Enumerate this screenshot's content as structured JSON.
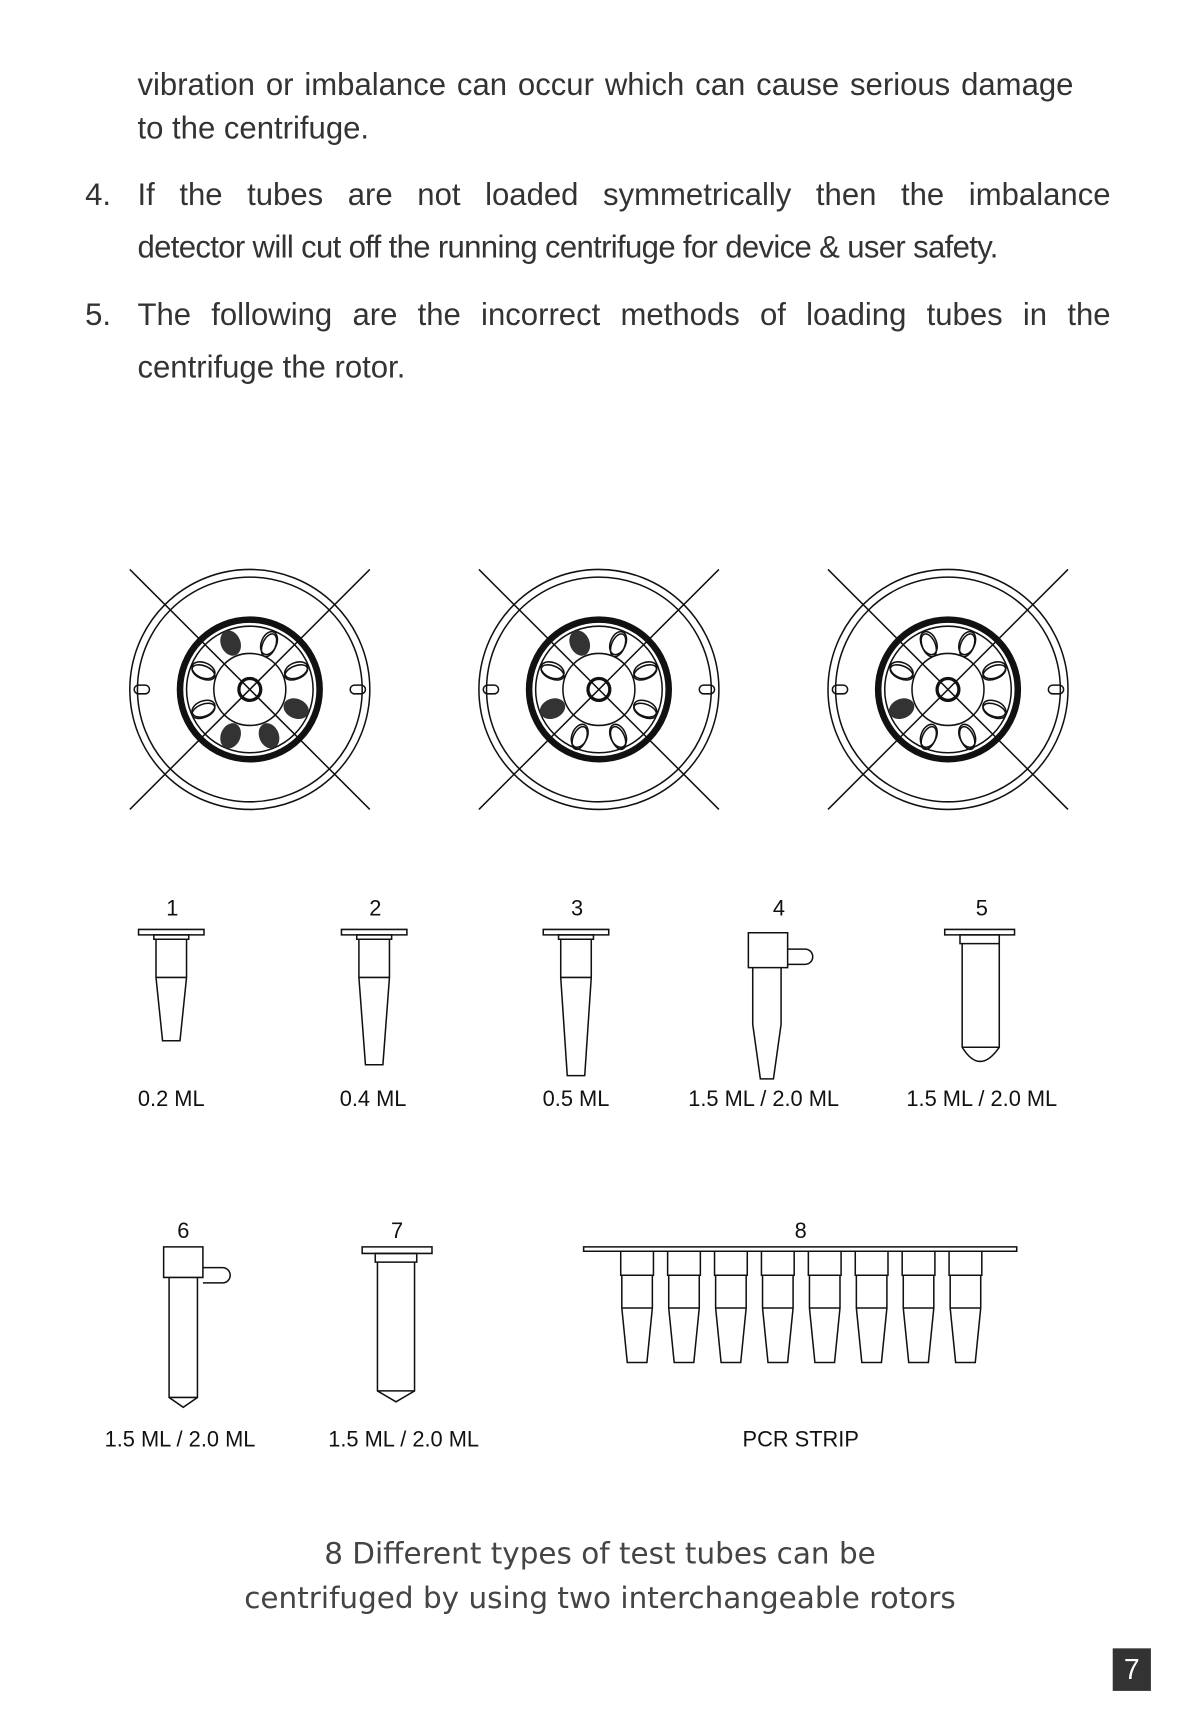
{
  "paragraphs": {
    "cont_line1": "vibration or imbalance can occur which can cause serious damage",
    "cont_line2": "to the centrifuge.",
    "item4": {
      "number": "4.",
      "line1": "If the tubes are not loaded symmetrically then the imbalance",
      "line2": "detector will cut off the running centrifuge for device & user safety."
    },
    "item5": {
      "number": "5.",
      "line1": "The following are the incorrect methods of loading tubes in the",
      "line2": "centrifuge the rotor."
    }
  },
  "rotors": [
    {
      "filled_holes": [
        2,
        3,
        4,
        7
      ]
    },
    {
      "filled_holes": [
        5,
        7
      ]
    },
    {
      "filled_holes": [
        5
      ]
    }
  ],
  "tubes": [
    {
      "number": "1",
      "label": "0.2 ML",
      "type": "pcr"
    },
    {
      "number": "2",
      "label": "0.4 ML",
      "type": "pcr"
    },
    {
      "number": "3",
      "label": "0.5 ML",
      "type": "pcr"
    },
    {
      "number": "4",
      "label": "1.5 ML / 2.0 ML",
      "type": "snap-conical"
    },
    {
      "number": "5",
      "label": "1.5 ML / 2.0 ML",
      "type": "screw-round"
    },
    {
      "number": "6",
      "label": "1.5 ML / 2.0 ML",
      "type": "snap-flat"
    },
    {
      "number": "7",
      "label": "1.5 ML / 2.0 ML",
      "type": "screw-flat"
    },
    {
      "number": "8",
      "label": "PCR STRIP",
      "type": "strip"
    }
  ],
  "caption": {
    "line1": "8 Different types of test tubes can be",
    "line2": "centrifuged by using two interchangeable rotors"
  },
  "page_number": "7"
}
